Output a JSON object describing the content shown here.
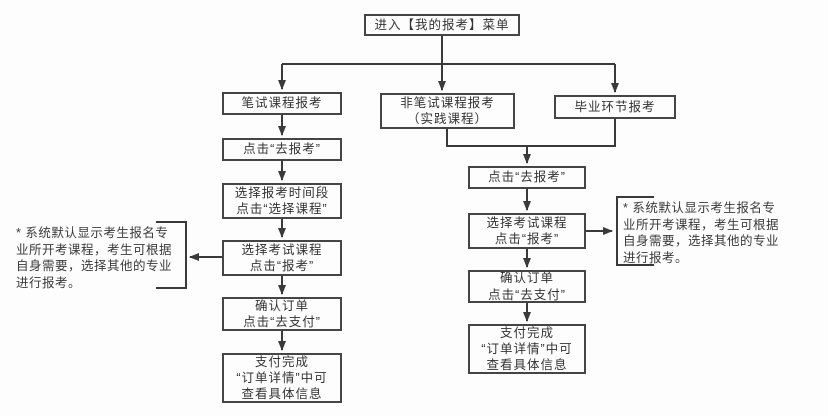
{
  "colors": {
    "line": "#3a3a3a",
    "box_border": "#454545",
    "text": "#333333",
    "background": "#fdfdfd"
  },
  "flow": {
    "start": "进入【我的报考】菜单",
    "written_branch": {
      "header": "笔试课程报考",
      "steps": [
        "点击“去报考”",
        "选择报考时间段\n点击“选择课程”",
        "选择考试课程\n点击“报考”",
        "确认订单\n点击“去支付”",
        "支付完成\n“订单详情”中可\n查看具体信息"
      ]
    },
    "practical_branch": {
      "header": "非笔试课程报考\n（实践课程）"
    },
    "graduation_branch": {
      "header": "毕业环节报考"
    },
    "merged_branch": {
      "steps": [
        "点击“去报考”",
        "选择考试课程\n点击“报考”",
        "确认订单\n点击“去支付”",
        "支付完成\n“订单详情”中可\n查看具体信息"
      ]
    },
    "left_note": "* 系统默认显示考生报名专\n业所开考课程，考生可根据\n自身需要，选择其他的专业\n进行报考。",
    "right_note": "* 系统默认显示考生报名专\n业所开考课程，考生可根据\n自身需要，选择其他的专业\n进行报考。"
  }
}
